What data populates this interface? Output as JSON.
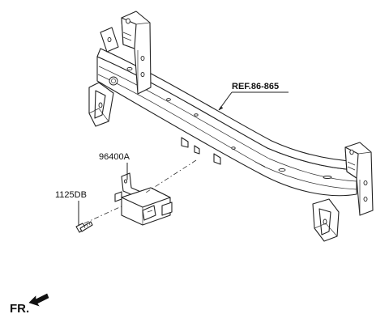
{
  "labels": {
    "ref": "REF.86-865",
    "sensor": "96400A",
    "bolt": "1125DB",
    "front": "FR."
  }
}
